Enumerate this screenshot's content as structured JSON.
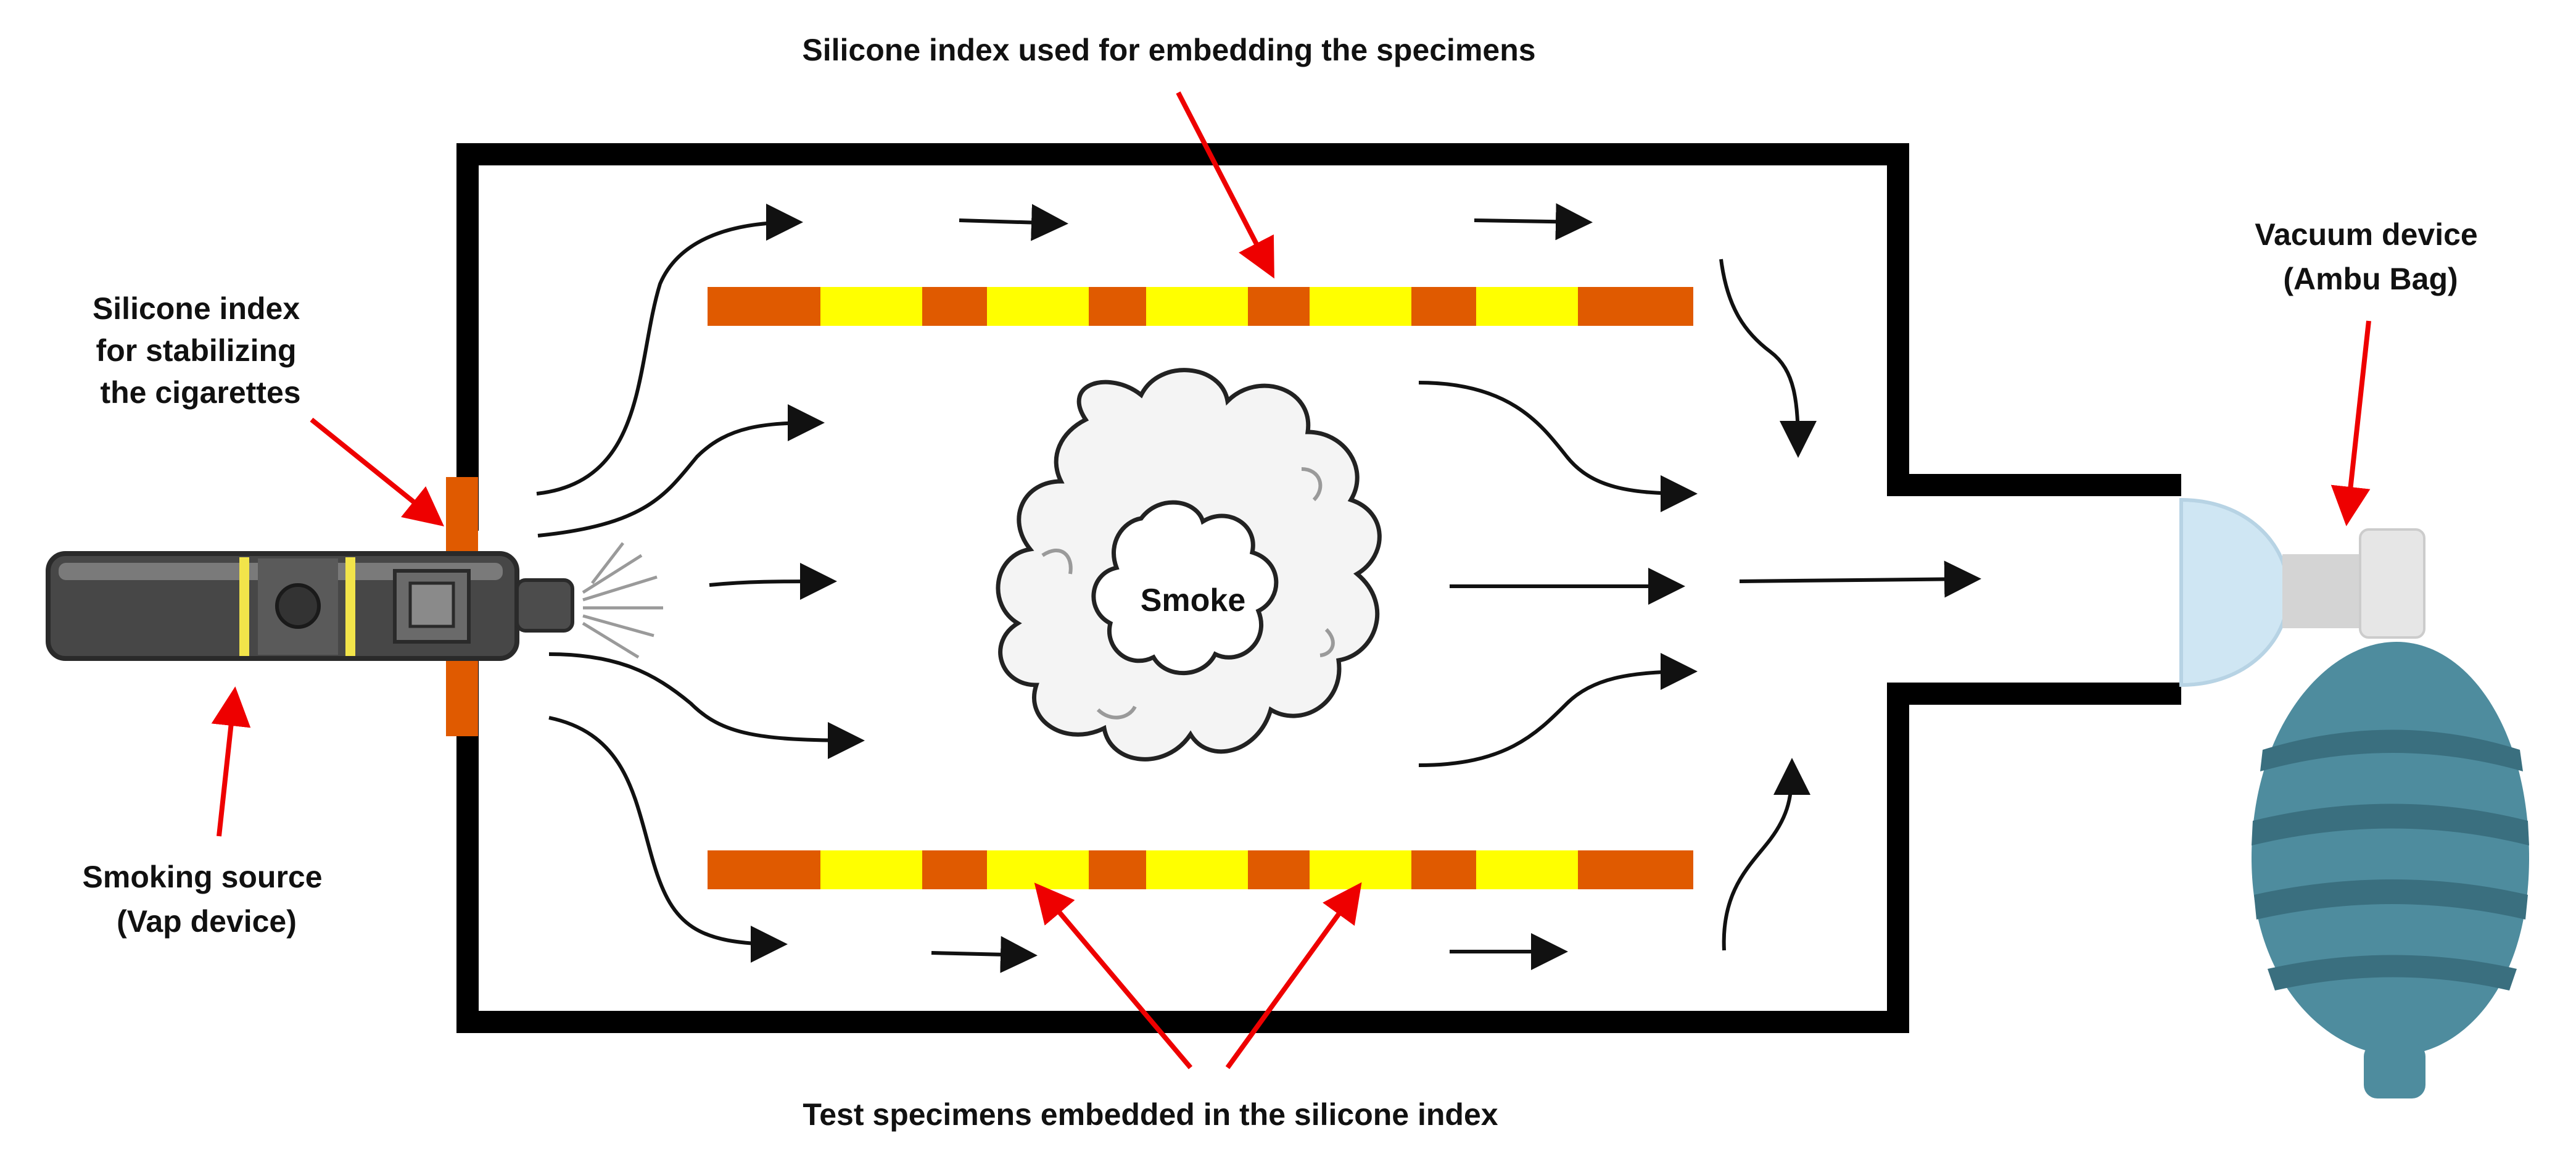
{
  "labels": {
    "top_index": "Silicone index used for embedding the specimens",
    "stabilizing_index": [
      "Silicone index",
      "for stabilizing",
      "the cigarettes"
    ],
    "smoking_source": [
      "Smoking source",
      "(Vap device)"
    ],
    "vacuum_device": [
      "Vacuum device",
      "(Ambu Bag)"
    ],
    "test_specimens": "Test specimens embedded in the silicone index",
    "smoke": "Smoke"
  },
  "colors": {
    "chamber_wall": "#000000",
    "silicone_index": "#e05a00",
    "specimen": "#ffff00",
    "pointer_arrow": "#ee0000",
    "flow_arrow": "#111111",
    "vape_body": "#4a4a4a",
    "vape_stripe": "#f2e44a",
    "bag_body": "#4e8c9e",
    "bag_stripes": "#3a6f7f",
    "bag_mask": "#cfe6f3",
    "bag_valve": "#d8d8d8"
  },
  "icons": {
    "source": "vape-device-icon",
    "vacuum": "ambu-bag-icon",
    "smoke": "smoke-cloud-icon"
  }
}
